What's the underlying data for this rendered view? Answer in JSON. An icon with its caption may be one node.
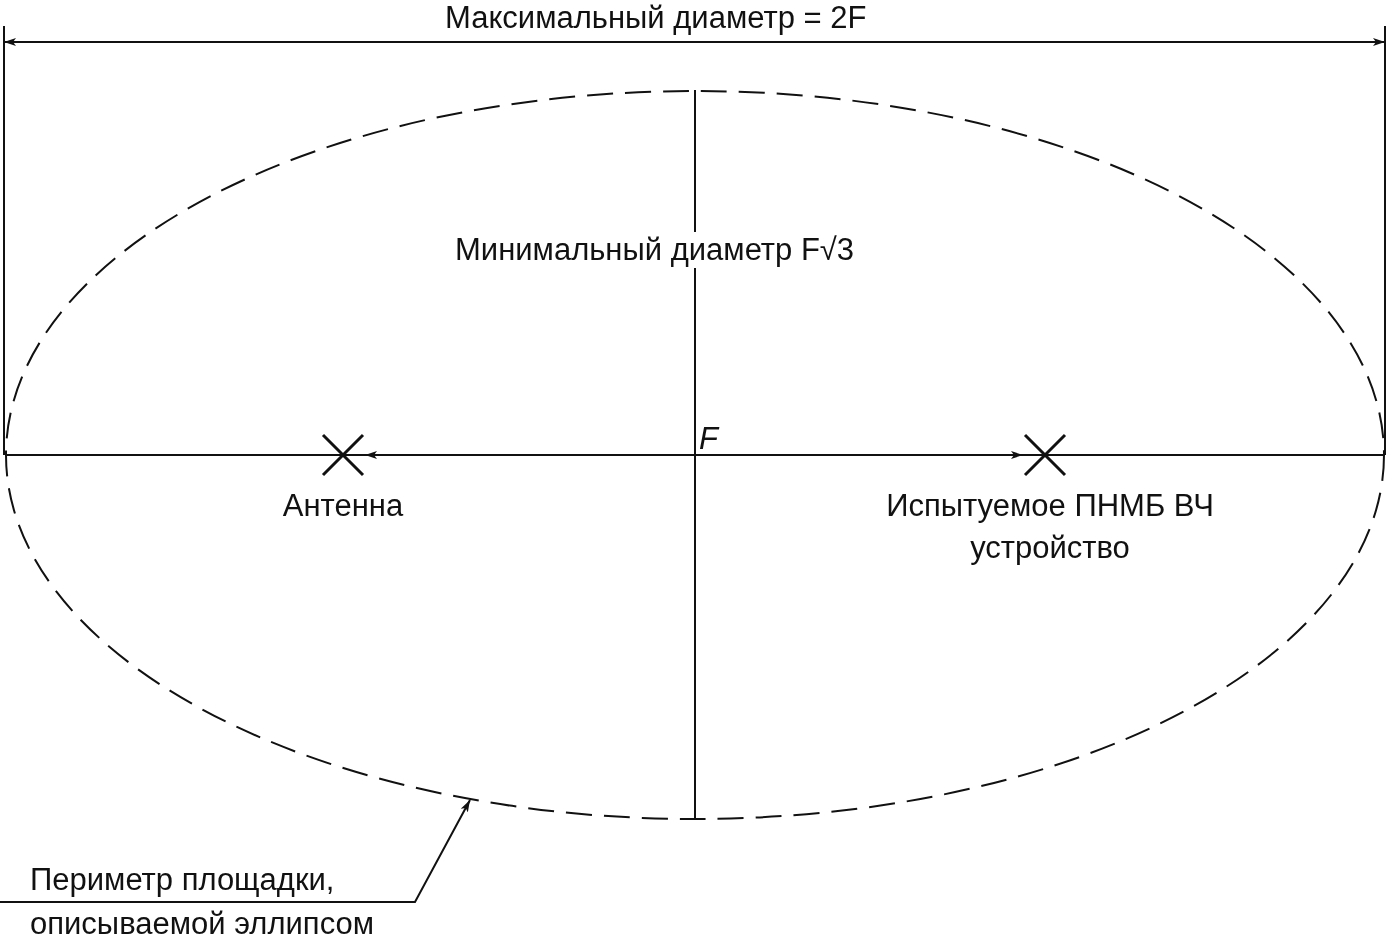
{
  "diagram": {
    "nodes": [
      {
        "text": [],
        "shape": "ellipse"
      },
      {
        "text": [],
        "shape": "cross",
        "in": 0
      },
      {
        "text": [
          "F"
        ],
        "in": 0
      },
      {
        "text": [],
        "shape": "cross",
        "in": 0
      },
      {
        "text": [
          "Периметр площадки, описываемой эллипсом"
        ]
      }
    ],
    "edges": [
      {
        "from": 2,
        "to": 1,
        "arrow": "to"
      },
      {
        "from": 2,
        "to": 3,
        "arrow": "to"
      },
      {
        "from": 4,
        "to": 0,
        "arrow": "to"
      }
    ],
    "labels": [
      "Максимальный диаметр = 2F",
      "Минимальный диаметр F√3",
      "Антенна",
      "Испытуемое ПНМБ ВЧ устройство"
    ]
  }
}
